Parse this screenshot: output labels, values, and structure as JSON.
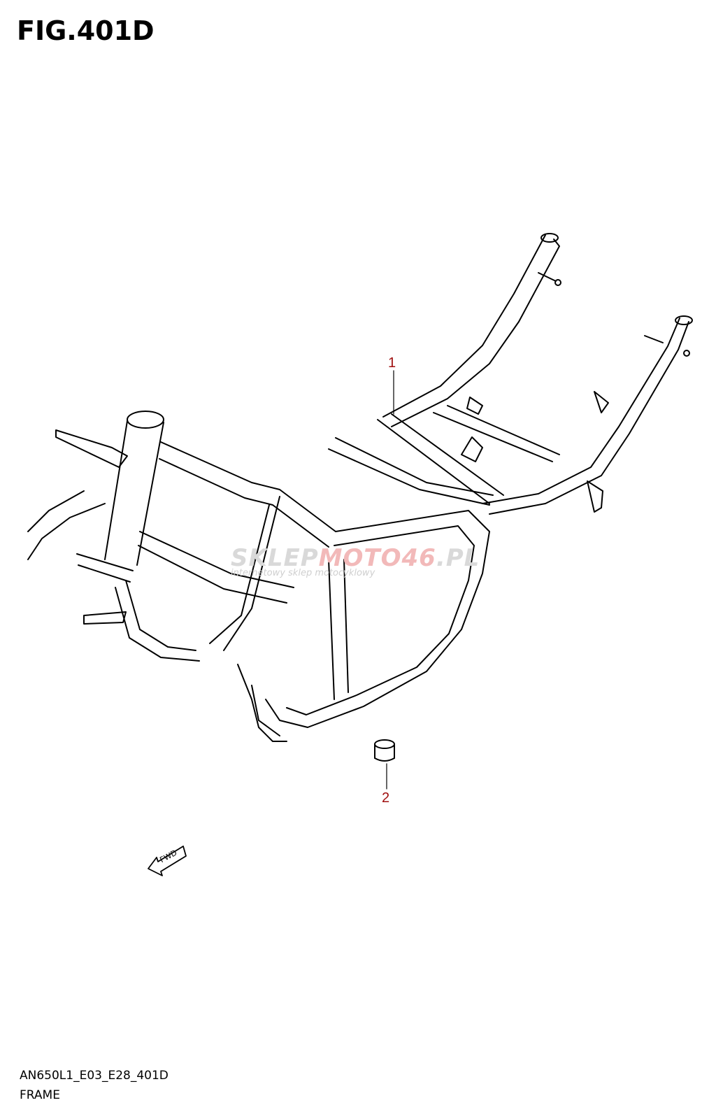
{
  "figure": {
    "title": "FIG.401D"
  },
  "callouts": [
    {
      "number": "1"
    },
    {
      "number": "2"
    }
  ],
  "fwd_label": "FWD",
  "watermark": {
    "main": "SKLEP",
    "accent": "MOTO46",
    "suffix": ".PL",
    "subtitle": "internetowy sklep motocyklowy"
  },
  "footer": {
    "code": "AN650L1_E03_E28_401D",
    "name": "FRAME"
  },
  "colors": {
    "callout": "#a01010",
    "line": "#000000"
  }
}
